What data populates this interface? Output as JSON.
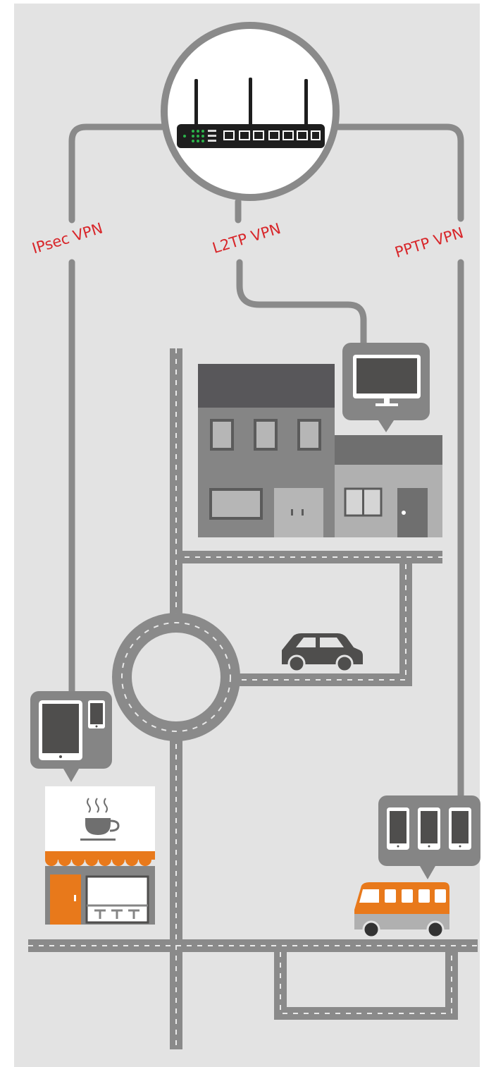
{
  "diagram": {
    "vpn_labels": {
      "ipsec": "IPsec VPN",
      "l2tp": "L2TP VPN",
      "pptp": "PPTP VPN"
    },
    "colors": {
      "background": "#e3e3e3",
      "line": "#8a8a8a",
      "road": "#8a8a8a",
      "road_dash": "#e9e9e9",
      "label_red": "#d8262a",
      "accent_orange": "#e8791b",
      "dark": "#4f4e4d",
      "router_black": "#1e1e1e",
      "router_green": "#2bb34a"
    },
    "icons": [
      "router-icon",
      "monitor-icon",
      "tablet-icon",
      "smartphone-icon",
      "coffee-cup-icon",
      "car-icon",
      "bus-icon"
    ]
  }
}
